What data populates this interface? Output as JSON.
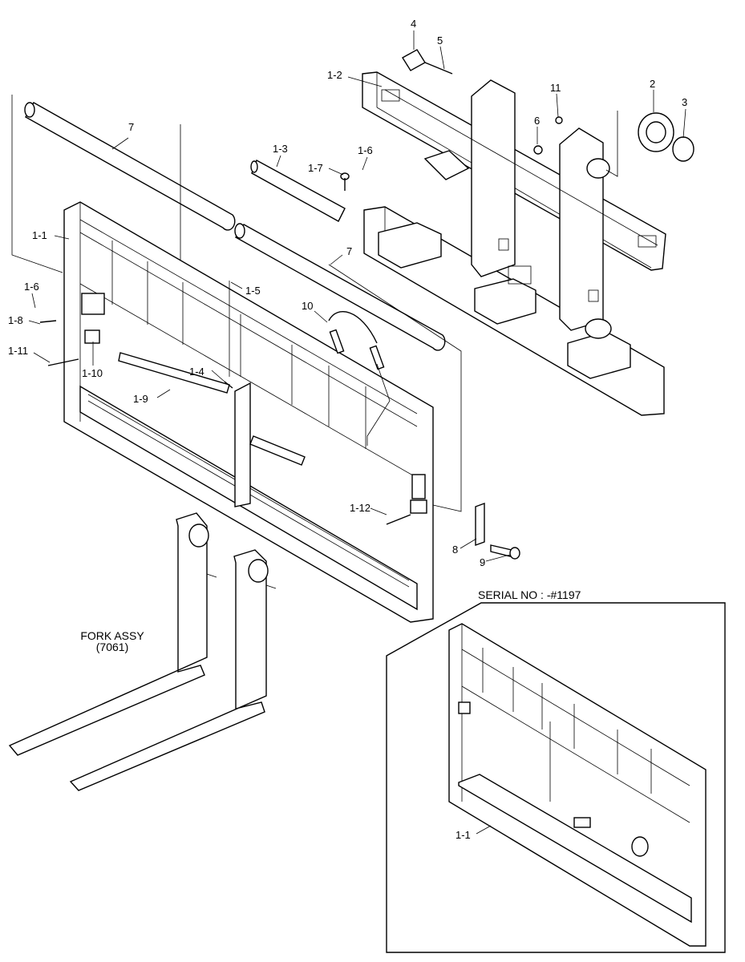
{
  "callouts": {
    "p1_1": "1-1",
    "p1_2": "1-2",
    "p1_3": "1-3",
    "p1_4": "1-4",
    "p1_5": "1-5",
    "p1_6a": "1-6",
    "p1_6b": "1-6",
    "p1_7": "1-7",
    "p1_8": "1-8",
    "p1_9": "1-9",
    "p1_10": "1-10",
    "p1_11": "1-11",
    "p1_12": "1-12",
    "p2": "2",
    "p3": "3",
    "p4": "4",
    "p5": "5",
    "p6": "6",
    "p7a": "7",
    "p7b": "7",
    "p8": "8",
    "p9": "9",
    "p10": "10",
    "p11": "11",
    "inset_1_1": "1-1"
  },
  "fork": {
    "title": "FORK ASSY",
    "code": "(7061)"
  },
  "inset": {
    "title": "SERIAL NO : -#1197"
  }
}
